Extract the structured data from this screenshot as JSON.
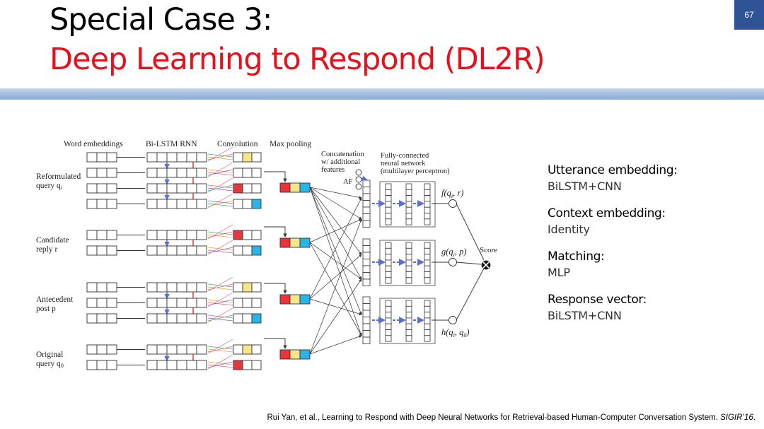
{
  "slide": {
    "title_line1": "Special Case 3:",
    "title_line2": "Deep Learning to Respond (DL2R)",
    "page_number": "67",
    "title_color": "#e8101a",
    "page_badge_color": "#2f5496"
  },
  "figure": {
    "headers": {
      "word_embeddings": "Word embeddings",
      "bilstm": "Bi-LSTM RNN",
      "convolution": "Convolution",
      "max_pooling": "Max pooling",
      "concat_1": "Concatenation",
      "concat_2": "w/ additional",
      "concat_3": "features",
      "fc_1": "Fully-connected",
      "fc_2": "neural network",
      "fc_3": "(multilayer perceptron)"
    },
    "inputs": {
      "reformulated_1": "Reformulated",
      "reformulated_2": "query q",
      "reformulated_sub": "i",
      "candidate_1": "Candidate",
      "candidate_2": "reply r",
      "antecedent_1": "Antecedent",
      "antecedent_2": "post p",
      "original_1": "Original",
      "original_2": "query q",
      "original_sub": "0"
    },
    "af_label": "AF",
    "outputs": {
      "f": "f(q",
      "f_tail": ", r)",
      "g": "g(q",
      "g_tail": ", p)",
      "h": "h(q",
      "h_tail": ", q",
      "h_close": ")",
      "sub_i": "i",
      "sub_0": "0"
    },
    "score_label": "Score",
    "colors": {
      "red": "#e8343c",
      "yellow": "#f6e58a",
      "blue": "#29b5e8",
      "arrow_blue": "#5b6fcf",
      "arrow_red": "#e53935",
      "line_green": "#3cb371",
      "line_orange": "#f0a030",
      "line_pink": "#e06080",
      "line_purple": "#8060d0"
    }
  },
  "notes": [
    {
      "heading": "Utterance embedding:",
      "value": "BiLSTM+CNN"
    },
    {
      "heading": "Context embedding:",
      "value": "Identity"
    },
    {
      "heading": "Matching:",
      "value": "MLP"
    },
    {
      "heading": "Response vector:",
      "value": "BiLSTM+CNN"
    }
  ],
  "citation": {
    "text": "Rui Yan, et al., Learning to Respond with Deep Neural Networks for Retrieval-based Human-Computer Conversation System. ",
    "venue": "SIGIR’16",
    "end": "."
  }
}
